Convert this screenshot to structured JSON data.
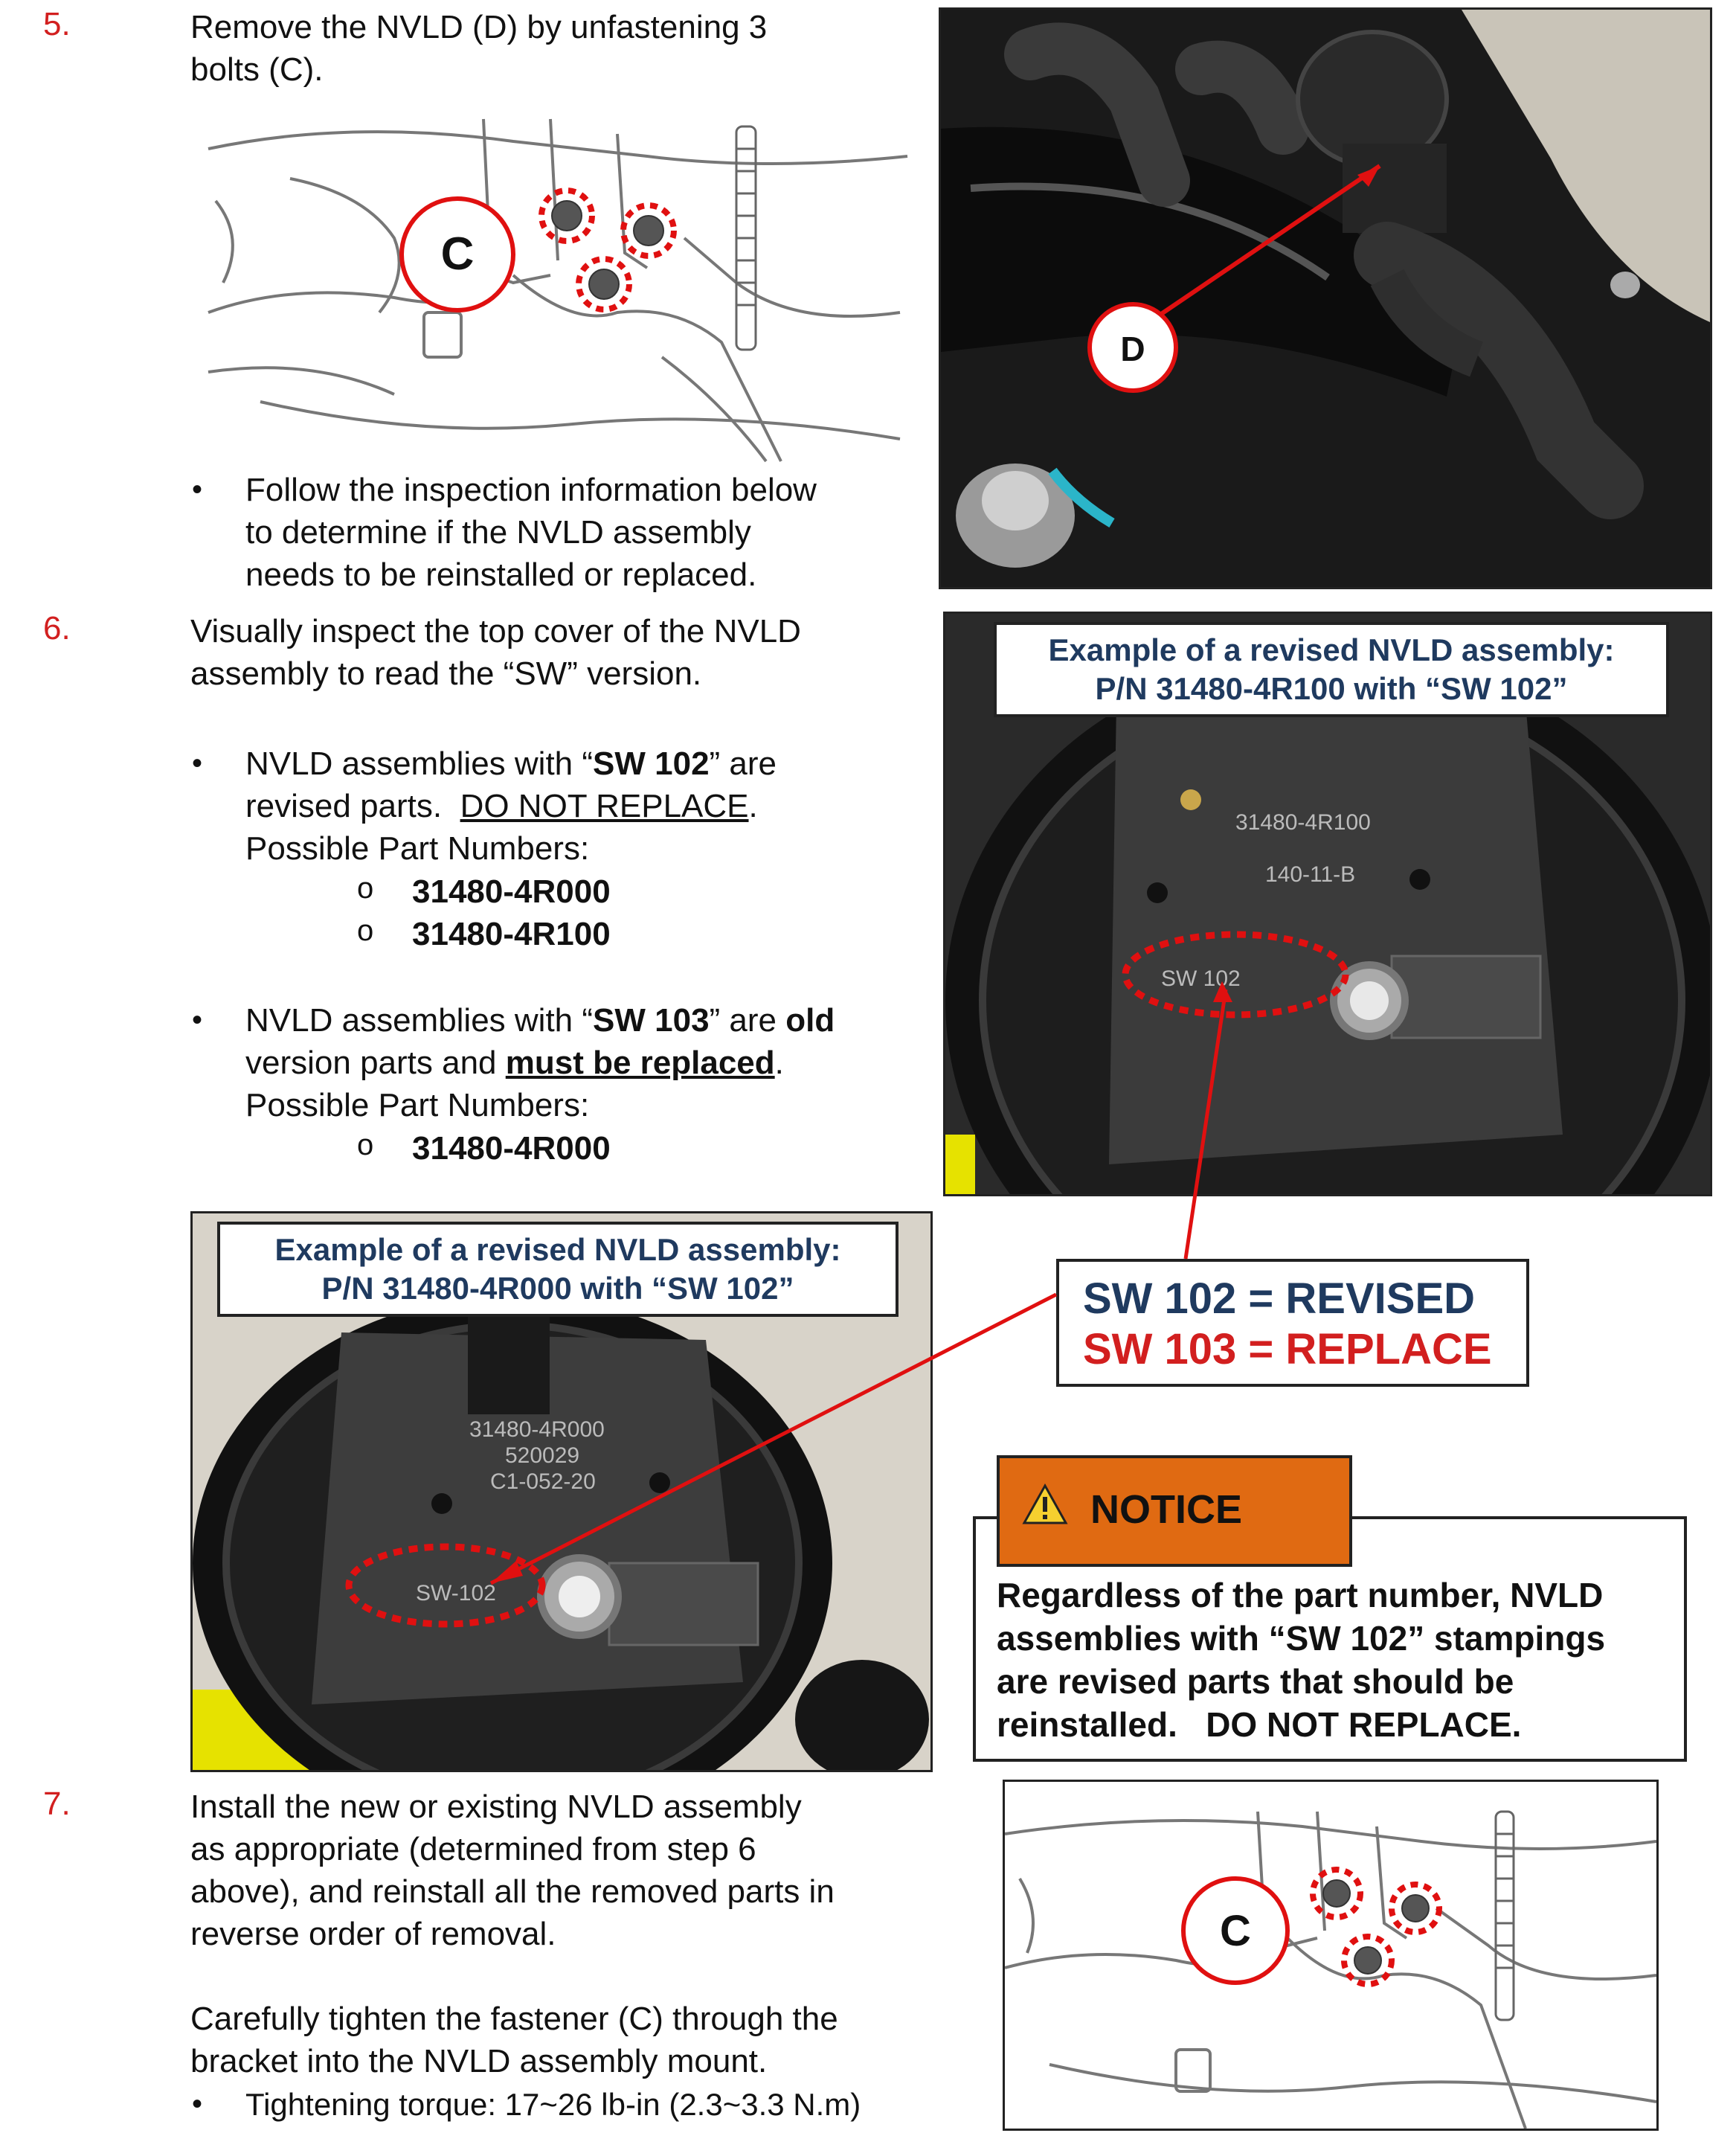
{
  "step5": {
    "number": "5.",
    "line1": "Remove the NVLD (D) by unfastening 3",
    "line2": "bolts (C).",
    "bullet_line1": "Follow the inspection information below",
    "bullet_line2": "to determine if the NVLD assembly",
    "bullet_line3": "needs to be reinstalled or replaced."
  },
  "step6": {
    "number": "6.",
    "line1": "Visually inspect the top cover of the NVLD",
    "line2": "assembly to read the “SW” version.",
    "b1_pre": "NVLD assemblies with “",
    "b1_bold": "SW 102",
    "b1_post": "” are",
    "b1_line2_pre": "revised parts.  ",
    "b1_line2_u": "DO NOT REPLACE",
    "b1_line2_post": ".",
    "b1_line3": "Possible Part Numbers:",
    "b1_parts": [
      "31480-4R000",
      "31480-4R100"
    ],
    "b2_pre": "NVLD assemblies with “",
    "b2_bold": "SW 103",
    "b2_mid": "” are ",
    "b2_bold2": "old",
    "b2_line2_pre": "version parts and ",
    "b2_line2_u": "must be replaced",
    "b2_line2_post": ".",
    "b2_line3": "Possible Part Numbers:",
    "b2_parts": [
      "31480-4R000"
    ]
  },
  "step7": {
    "number": "7.",
    "line1": "Install the new or existing NVLD assembly",
    "line2": "as appropriate (determined from step 6",
    "line3": "above), and reinstall all the removed parts in",
    "line4": "reverse order of removal.",
    "line5": "Carefully tighten the fastener (C) through the",
    "line6": "bracket into the NVLD assembly mount.",
    "bullet": "Tightening torque: 17~26 lb-in (2.3~3.3 N.m)"
  },
  "figures": {
    "callout_c": "C",
    "callout_d": "D",
    "photo_top_caption1": "Example of a revised NVLD assembly:",
    "photo_top_caption2": "P/N 31480-4R100 with “SW 102”",
    "photo_top_stamp_pn": "31480-4R100",
    "photo_top_stamp_code": "140-11-B",
    "photo_top_stamp_sw": "SW 102",
    "photo_bottom_caption1": "Example of a revised NVLD assembly:",
    "photo_bottom_caption2": "P/N 31480-4R000 with “SW 102”",
    "photo_bottom_stamp_pn": "31480-4R000",
    "photo_bottom_stamp_num": "520029",
    "photo_bottom_stamp_code": "C1-052-20",
    "photo_bottom_stamp_sw": "SW-102"
  },
  "sw_legend": {
    "revised": "SW 102 = REVISED",
    "replace": "SW 103 = REPLACE"
  },
  "notice": {
    "title": "NOTICE",
    "line1": "Regardless of the part number, NVLD",
    "line2": "assemblies with “SW 102” stampings",
    "line3": "are revised parts that should be",
    "line4": "reinstalled.   DO NOT REPLACE."
  },
  "colors": {
    "step_number": "#d21f1f",
    "caption_text": "#1f3a5f",
    "revised": "#1f3a5f",
    "replace": "#d21f1f",
    "notice_header": "#e06a12",
    "highlight": "#e01010"
  }
}
